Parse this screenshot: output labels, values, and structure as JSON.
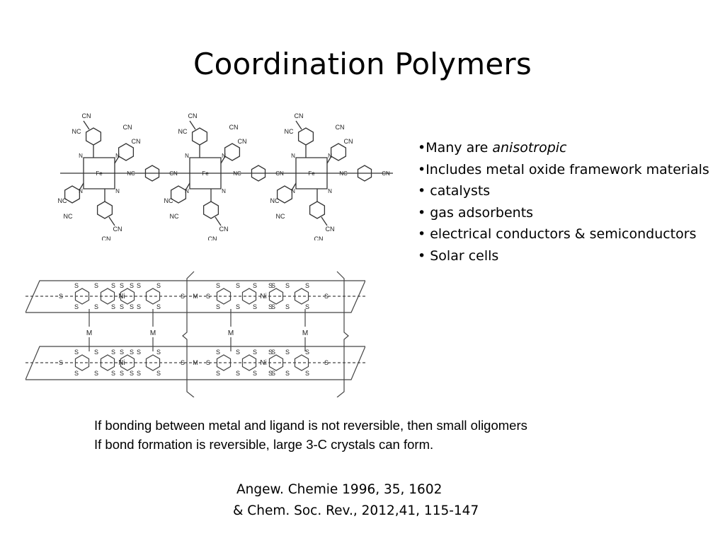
{
  "slide": {
    "title": "Coordination Polymers",
    "bullets": [
      {
        "prefix": "•Many are ",
        "emphasis": "anisotropic"
      },
      {
        "prefix": "•Includes metal oxide framework materials",
        "emphasis": ""
      },
      {
        "prefix": "• catalysts",
        "emphasis": ""
      },
      {
        "prefix": "• gas adsorbents",
        "emphasis": ""
      },
      {
        "prefix": "• electrical conductors & semiconductors",
        "emphasis": ""
      },
      {
        "prefix": "• Solar cells",
        "emphasis": ""
      }
    ],
    "caption": {
      "line1": "If bonding between metal and ligand is not reversible, then small oligomers",
      "line2": "If bond formation is reversible, large 3-C crystals can form."
    },
    "references": {
      "line1": "Angew. Chemie 1996, 35, 1602",
      "line2": "& Chem. Soc. Rev., 2012,41, 115-147"
    }
  },
  "diagram_labels": {
    "cn": "CN",
    "nc": "NC",
    "n": "N",
    "fe": "Fe",
    "s": "S",
    "ni": "Ni",
    "m": "M"
  }
}
